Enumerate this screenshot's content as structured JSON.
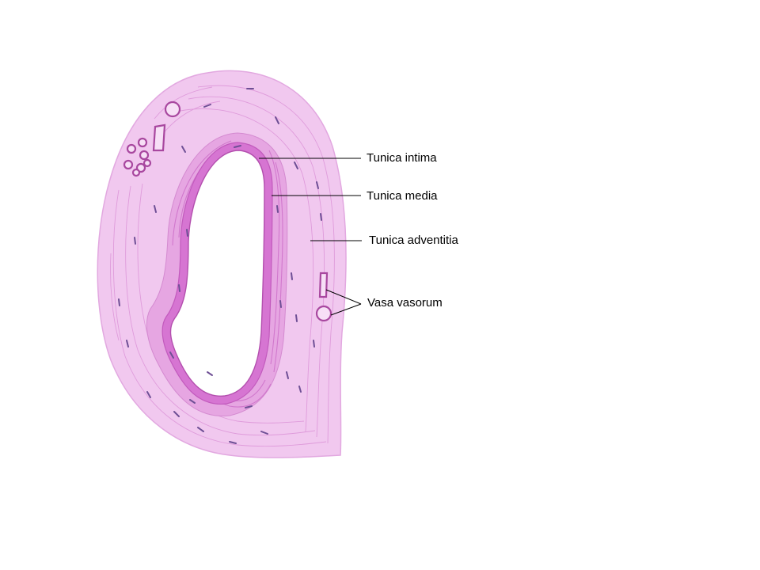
{
  "labels": {
    "tunica_intima": "Tunica intima",
    "tunica_media": "Tunica media",
    "tunica_adventitia": "Tunica adventitia",
    "vasa_vasorum": "Vasa vasorum"
  },
  "colors": {
    "background": "#ffffff",
    "adventitia": "#f0c6ee",
    "adventitia_fiber": "#d98ad6",
    "media": "#e3a0df",
    "intima": "#c85cc4",
    "nucleus": "#6a4a90",
    "lumen": "#ffffff",
    "leader_line": "#000000"
  }
}
